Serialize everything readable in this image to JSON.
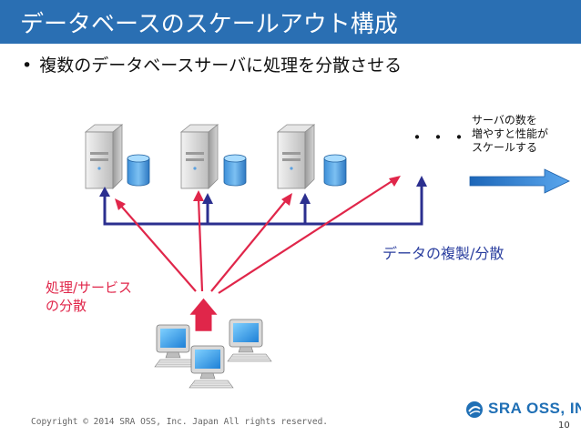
{
  "slide": {
    "title": "データベースのスケールアウト構成",
    "bullet": "複数のデータベースサーバに処理を分散させる",
    "ellipsis": "・・・",
    "scale_note": [
      "サーバの数を",
      "増やすと性能が",
      "スケールする"
    ],
    "replication_label": "データの複製/分散",
    "distribution_label": [
      "処理/サービス",
      "の分散"
    ],
    "copyright": "Copyright © 2014 SRA OSS, Inc. Japan All rights reserved.",
    "logo_text": "SRA OSS, INC.",
    "page_number": "10"
  },
  "colors": {
    "title_bar": "#2a6fb3",
    "replication": "#2b2f8f",
    "distribution": "#e0264a",
    "scale_arrow": "#2f86d6"
  }
}
